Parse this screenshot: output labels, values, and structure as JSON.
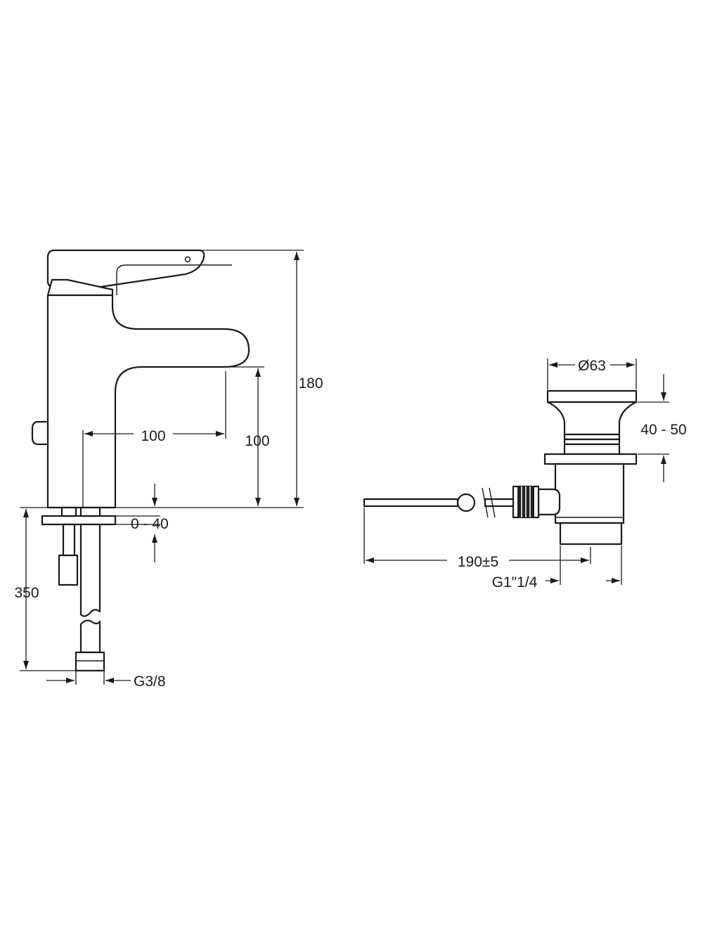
{
  "dimensions": {
    "spout_reach": "100",
    "spout_height": "100",
    "total_height": "180",
    "mount_thickness": "0 - 40",
    "hose_length": "350",
    "hose_connection": "G3/8",
    "waste_diameter": "Ø63",
    "waste_height": "40 - 50",
    "rod_length": "190±5",
    "waste_thread": "G1\"1/4"
  },
  "colors": {
    "line": "#1a1a1a",
    "background": "#ffffff"
  }
}
